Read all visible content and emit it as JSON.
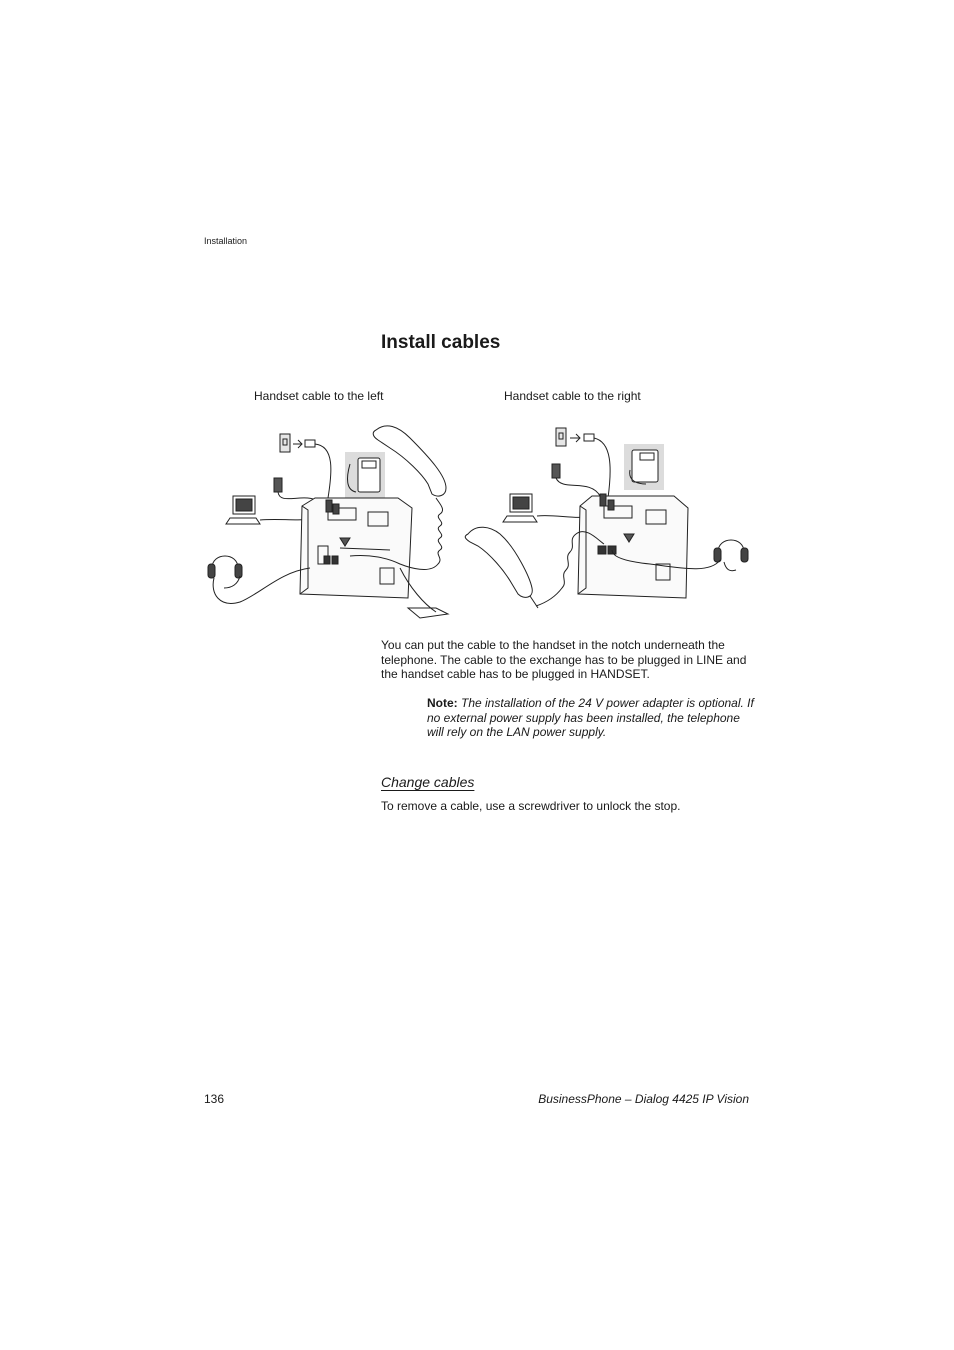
{
  "header": {
    "section": "Installation"
  },
  "title": "Install cables",
  "figure": {
    "caption_left": "Handset cable to the left",
    "caption_right": "Handset cable to the right"
  },
  "body": {
    "paragraph": "You can put the cable to the handset in the notch underneath the telephone. The cable to the exchange has to be plugged in LINE and the handset cable has to be plugged in HANDSET.",
    "note_label": "Note:",
    "note_text": " The installation of the 24 V power adapter is optional. If no external power supply has been installed, the telephone will rely on the LAN power supply.",
    "subheading": "Change cables",
    "paragraph2": "To remove a cable, use a screwdriver to unlock the stop."
  },
  "footer": {
    "page_number": "136",
    "product": "BusinessPhone – Dialog 4425 IP Vision"
  }
}
